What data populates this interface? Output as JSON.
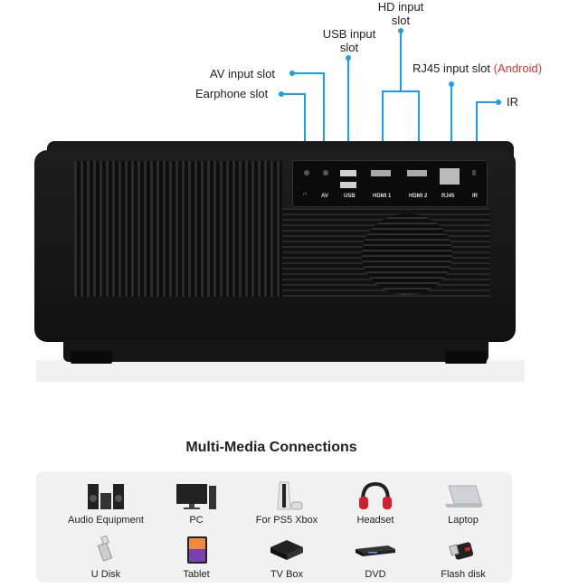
{
  "callouts": {
    "hd_input": "HD input slot",
    "usb_input": "USB input slot",
    "av_input": "AV input slot",
    "earphone": "Earphone slot",
    "rj45": "RJ45 input slot",
    "rj45_note": "(Android)",
    "ir": "IR"
  },
  "port_labels": {
    "earphone": "∩",
    "av": "AV",
    "usb": "USB",
    "hdmi1": "HDMI 1",
    "hdmi2": "HDMI 2",
    "rj45": "RJ45",
    "ir": "IR"
  },
  "multimedia": {
    "title": "Multi-Media Connections",
    "items": [
      {
        "label": "Audio Equipment",
        "icon": "speaker-system-icon"
      },
      {
        "label": "PC",
        "icon": "monitor-icon"
      },
      {
        "label": "For PS5 Xbox",
        "icon": "game-console-icon"
      },
      {
        "label": "Headset",
        "icon": "headset-icon"
      },
      {
        "label": "Laptop",
        "icon": "laptop-icon"
      },
      {
        "label": "U Disk",
        "icon": "usb-stick-icon"
      },
      {
        "label": "Tablet",
        "icon": "tablet-icon"
      },
      {
        "label": "TV Box",
        "icon": "tv-box-icon"
      },
      {
        "label": "DVD",
        "icon": "dvd-player-icon"
      },
      {
        "label": "Flash disk",
        "icon": "flash-disk-icon"
      }
    ]
  },
  "colors": {
    "callout_line": "#1aa0e8",
    "android_note": "#e0342f",
    "panel_bg": "#f1f1f1"
  }
}
